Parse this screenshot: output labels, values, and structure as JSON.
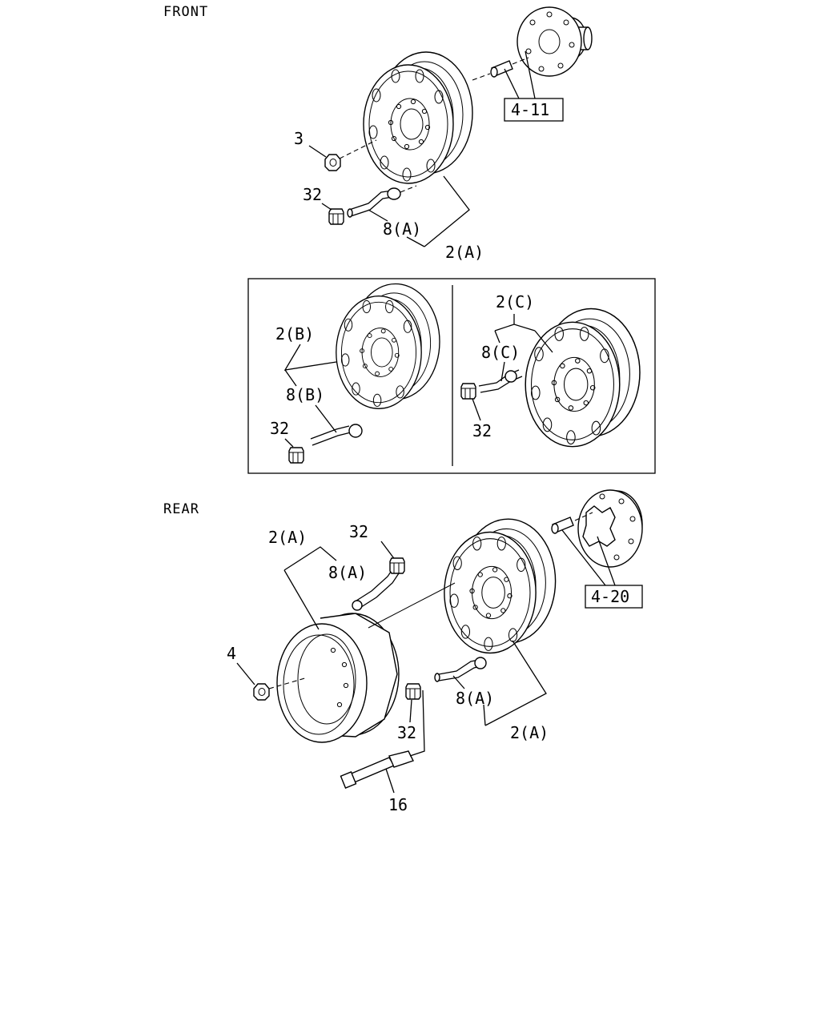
{
  "sections": {
    "front": "FRONT",
    "rear": "REAR"
  },
  "refs": {
    "front_hub": "4-11",
    "rear_hub": "4-20"
  },
  "front": {
    "nut": "3",
    "cap": "32",
    "valve": "8(A)",
    "wheel": "2(A)"
  },
  "inset_left": {
    "wheel": "2(B)",
    "valve": "8(B)",
    "cap": "32"
  },
  "inset_right": {
    "wheel": "2(C)",
    "valve": "8(C)",
    "cap": "32"
  },
  "rear": {
    "outer_wheel": "2(A)",
    "outer_valve": "8(A)",
    "outer_cap": "32",
    "nut": "4",
    "inner_valve": "8(A)",
    "inner_wheel": "2(A)",
    "inner_cap": "32",
    "extension": "16"
  }
}
